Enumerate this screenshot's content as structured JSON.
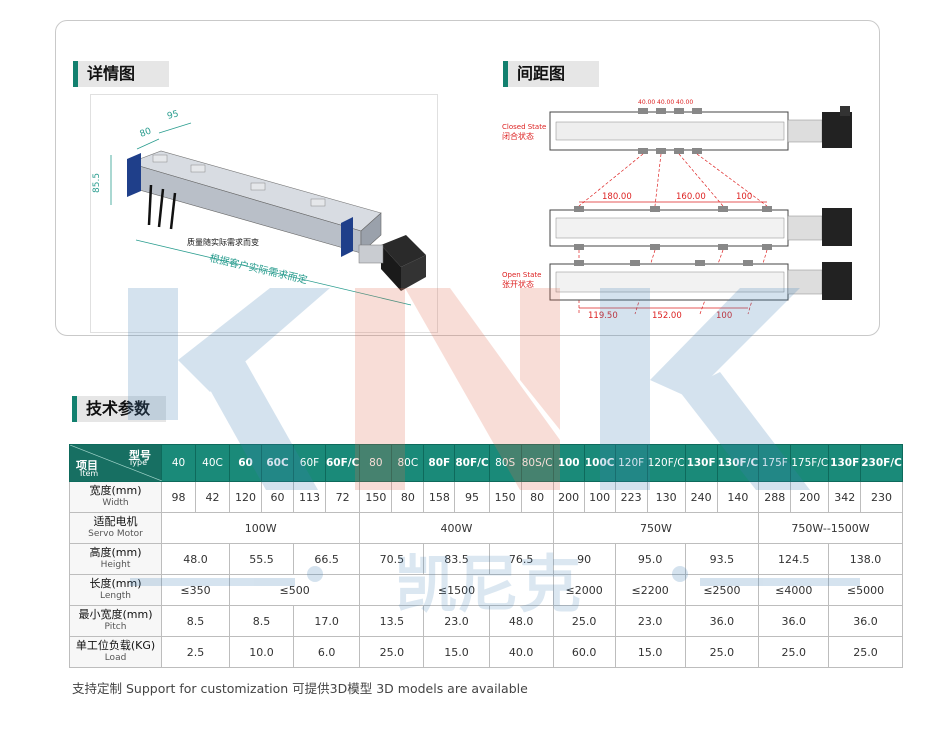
{
  "sections": {
    "detail_title": "详情图",
    "spacing_title": "间距图",
    "params_title": "技术参数"
  },
  "detail_drawing": {
    "dim_95": "95",
    "dim_80": "80",
    "dim_85_5": "85.5",
    "note_weight": "质量随实际需求而变",
    "note_length": "根据客户实际需求而定"
  },
  "spacing_drawing": {
    "closed_en": "Closed State",
    "closed_cn": "闭合状态",
    "open_en": "Open State",
    "open_cn": "张开状态",
    "closed_dims": [
      "40.00",
      "40.00",
      "40.00"
    ],
    "mid_dims": [
      "180.00",
      "160.00",
      "100"
    ],
    "open_dims": [
      "119.50",
      "152.00",
      "100"
    ]
  },
  "table": {
    "corner": {
      "item_cn": "项目",
      "item_en": "Item",
      "type_cn": "型号",
      "type_en": "Type"
    },
    "types": [
      "40",
      "40C",
      "60",
      "60C",
      "60F",
      "60F/C",
      "80",
      "80C",
      "80F",
      "80F/C",
      "80S",
      "80S/C",
      "100",
      "100C",
      "120F",
      "120F/C",
      "130F",
      "130F/C",
      "175F",
      "175F/C",
      "130F",
      "230F/C"
    ],
    "bold_types": [
      2,
      3,
      5,
      8,
      9,
      12,
      13,
      16,
      17,
      20,
      21
    ],
    "rows": [
      {
        "cn": "宽度(mm)",
        "en": "Width",
        "cells": [
          [
            "98",
            1
          ],
          [
            "42",
            1
          ],
          [
            "120",
            1
          ],
          [
            "60",
            1
          ],
          [
            "113",
            1
          ],
          [
            "72",
            1
          ],
          [
            "150",
            1
          ],
          [
            "80",
            1
          ],
          [
            "158",
            1
          ],
          [
            "95",
            1
          ],
          [
            "150",
            1
          ],
          [
            "80",
            1
          ],
          [
            "200",
            1
          ],
          [
            "100",
            1
          ],
          [
            "223",
            1
          ],
          [
            "130",
            1
          ],
          [
            "240",
            1
          ],
          [
            "140",
            1
          ],
          [
            "288",
            1
          ],
          [
            "200",
            1
          ],
          [
            "342",
            1
          ],
          [
            "230",
            1
          ]
        ]
      },
      {
        "cn": "适配电机",
        "en": "Servo Motor",
        "cells": [
          [
            "100W",
            6
          ],
          [
            "400W",
            6
          ],
          [
            "750W",
            6
          ],
          [
            "750W--1500W",
            4
          ]
        ]
      },
      {
        "cn": "高度(mm)",
        "en": "Height",
        "cells": [
          [
            "48.0",
            2
          ],
          [
            "55.5",
            2
          ],
          [
            "66.5",
            2
          ],
          [
            "70.5",
            2
          ],
          [
            "83.5",
            2
          ],
          [
            "76.5",
            2
          ],
          [
            "90",
            2
          ],
          [
            "95.0",
            2
          ],
          [
            "93.5",
            2
          ],
          [
            "124.5",
            2
          ],
          [
            "138.0",
            2
          ]
        ]
      },
      {
        "cn": "长度(mm)",
        "en": "Length",
        "cells": [
          [
            "≤350",
            2
          ],
          [
            "≤500",
            4
          ],
          [
            "≤1500",
            6
          ],
          [
            "≤2000",
            2
          ],
          [
            "≤2200",
            2
          ],
          [
            "≤2500",
            2
          ],
          [
            "≤4000",
            2
          ],
          [
            "≤5000",
            2
          ]
        ]
      },
      {
        "cn": "最小宽度(mm)",
        "en": "Pitch",
        "cells": [
          [
            "8.5",
            2
          ],
          [
            "8.5",
            2
          ],
          [
            "17.0",
            2
          ],
          [
            "13.5",
            2
          ],
          [
            "23.0",
            2
          ],
          [
            "48.0",
            2
          ],
          [
            "25.0",
            2
          ],
          [
            "23.0",
            2
          ],
          [
            "36.0",
            2
          ],
          [
            "36.0",
            2
          ],
          [
            "36.0",
            2
          ]
        ]
      },
      {
        "cn": "单工位负载(KG)",
        "en": "Load",
        "cells": [
          [
            "2.5",
            2
          ],
          [
            "10.0",
            2
          ],
          [
            "6.0",
            2
          ],
          [
            "25.0",
            2
          ],
          [
            "15.0",
            2
          ],
          [
            "40.0",
            2
          ],
          [
            "60.0",
            2
          ],
          [
            "15.0",
            2
          ],
          [
            "25.0",
            2
          ],
          [
            "25.0",
            2
          ],
          [
            "25.0",
            2
          ]
        ]
      }
    ]
  },
  "watermark": {
    "brand_cn": "凯尼克"
  },
  "footer": "支持定制 Support for customization   可提供3D模型  3D models are available"
}
